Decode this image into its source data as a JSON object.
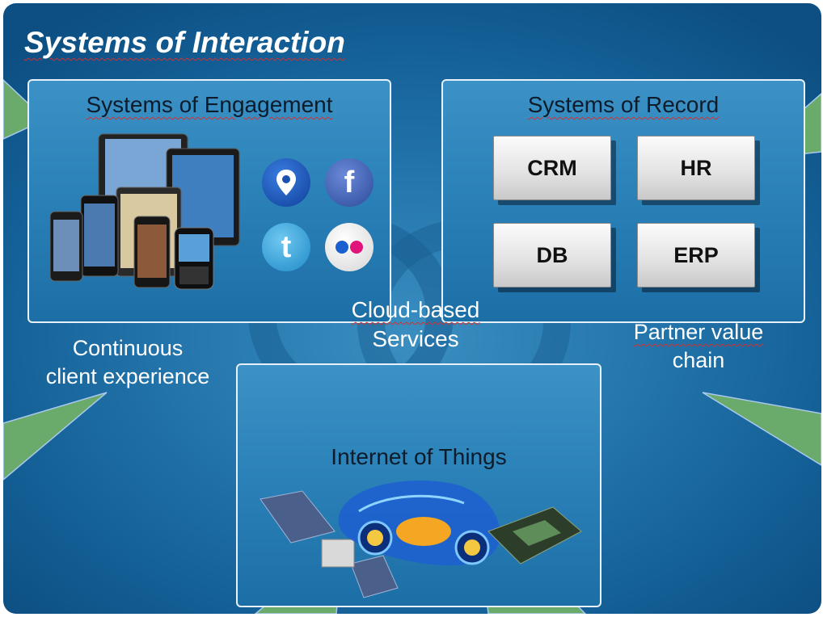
{
  "slide": {
    "title": "Systems of Interaction",
    "engagement_label": "Systems of Engagement",
    "record_label": "Systems of Record",
    "iot_label": "Internet of Things",
    "cloud_label_line1": "Cloud-based",
    "cloud_label_line2": "Services",
    "continuous_line1": "Continuous",
    "continuous_line2": "client experience",
    "partner_line1": "Partner value",
    "partner_line2": "chain",
    "record_buttons": [
      "CRM",
      "HR",
      "DB",
      "ERP"
    ]
  },
  "icons": {
    "social": [
      "map-pin-icon",
      "facebook-icon",
      "twitter-icon",
      "flickr-icon"
    ]
  },
  "colors": {
    "background": "#1b6aa0",
    "panel_border": "#e8f1f8",
    "callout_green": "#6aaa6a",
    "spellcheck_red": "#d23030"
  }
}
